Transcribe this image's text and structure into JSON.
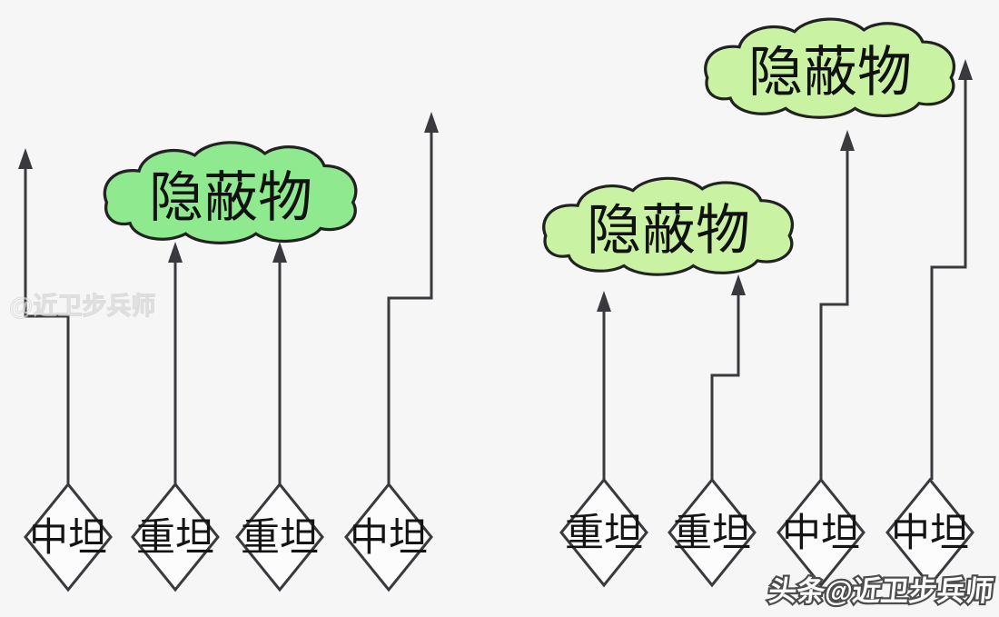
{
  "background": "#f6f6f7",
  "colors": {
    "line": "#3a3a3e",
    "cloud_stroke": "#222222",
    "cloud_green": "#8fe98f",
    "cloud_pale_green": "#c9f2a2",
    "node_fill": "#fcfcfc",
    "label_text": "#141414"
  },
  "left_formation": {
    "cover": "隐蔽物",
    "tanks": [
      "中坦",
      "重坦",
      "重坦",
      "中坦"
    ]
  },
  "right_formation": {
    "cover_mid": "隐蔽物",
    "cover_top": "隐蔽物",
    "tanks": [
      "重坦",
      "重坦",
      "中坦",
      "中坦"
    ]
  },
  "watermarks": {
    "side": "@近卫步兵师",
    "bottom": "头条@近卫步兵师"
  }
}
